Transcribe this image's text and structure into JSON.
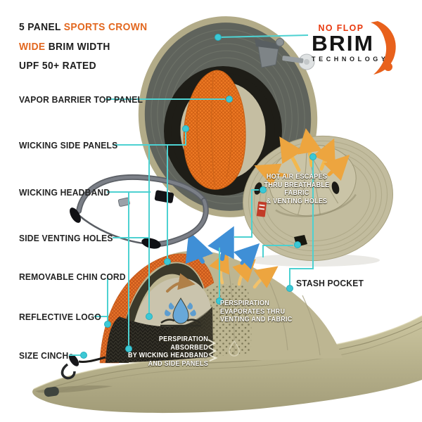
{
  "page": {
    "type": "product-feature-infographic",
    "product": "wide brim sun hat"
  },
  "colors": {
    "accent_orange": "#e2671f",
    "logo_red": "#e8380d",
    "logo_swoosh_orange": "#e8611c",
    "leader_teal": "#4dd1d1",
    "connector_dot_teal": "#3cc8d5",
    "mesh_orange": "#e8742a",
    "hat_khaki": "#b9b38f",
    "brim_dark_gray": "#5f635c",
    "droplet_blue": "#68a8d8",
    "text_black": "#1d1d1d"
  },
  "top_features": {
    "line1_black": "5 PANEL ",
    "line1_orange": "SPORTS CROWN",
    "line2_orange": "WIDE",
    "line2_black": " BRIM WIDTH",
    "line3_black": "UPF 50+ RATED"
  },
  "brand_logo": {
    "tagline": "NO FLOP",
    "name": "BRIM",
    "subtitle": "TECHNOLOGY"
  },
  "callouts": [
    {
      "label": "VAPOR BARRIER TOP PANEL"
    },
    {
      "label": "WICKING SIDE PANELS"
    },
    {
      "label": "WICKING HEADBAND"
    },
    {
      "label": "SIDE VENTING HOLES"
    },
    {
      "label": "REMOVABLE CHIN CORD"
    },
    {
      "label": "REFLECTIVE LOGO"
    },
    {
      "label": "SIZE CINCH"
    },
    {
      "label": "STASH POCKET"
    }
  ],
  "hat_annotations": {
    "hot_air": {
      "line1": "HOT AIR ESCAPES",
      "line2": "THRU BREATHABLE FABRIC",
      "line3": "& VENTING HOLES"
    },
    "evaporation": {
      "line1": "PERSPIRATION",
      "line2": "EVAPORATES THRU",
      "line3": "VENTING AND FABRIC"
    },
    "absorption": {
      "line1": "PERSPIRATION ABSORBED",
      "line2": "BY WICKING HEADBAND",
      "line3": "AND SIDE PANELS"
    }
  },
  "icons": {
    "connector_dot": "teal circle leader-line endpoint",
    "hot_air_arrows": "orange curved arrows rising from crown",
    "evaporation_arrows": "blue and yellow curved arrows",
    "water_droplet_icon": "blue droplet with splashes above absorb arcs",
    "hang_clip": "metal clip with suction cup holding brim",
    "brand_tag": "small red fabric tag",
    "chin_cord": "gray removable chin cord with toggles",
    "size_cinch_hardware": "black cord lock and hook"
  }
}
